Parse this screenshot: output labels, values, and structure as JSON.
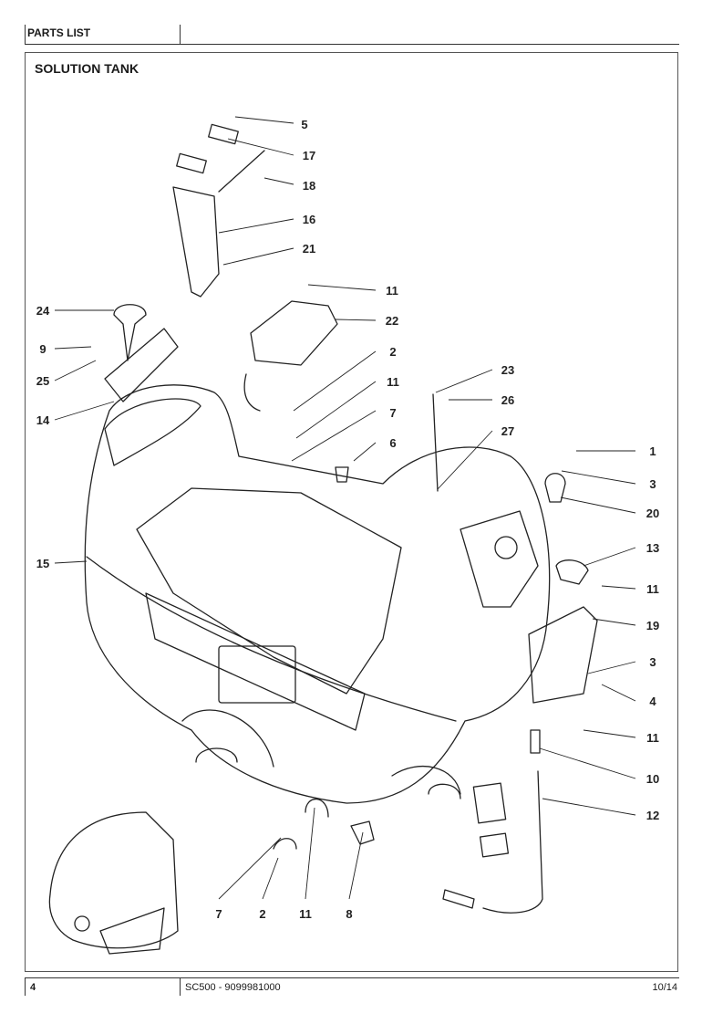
{
  "header": {
    "section": "PARTS LIST"
  },
  "diagram": {
    "title": "SOLUTION TANK",
    "callouts": [
      "5",
      "17",
      "18",
      "16",
      "21",
      "11",
      "22",
      "24",
      "9",
      "25",
      "14",
      "2",
      "11",
      "7",
      "6",
      "23",
      "26",
      "27",
      "1",
      "3",
      "20",
      "15",
      "13",
      "11",
      "19",
      "3",
      "4",
      "11",
      "10",
      "12",
      "7",
      "2",
      "11",
      "8"
    ]
  },
  "footer": {
    "page": "4",
    "model": "SC500 - 9099981000",
    "date": "10/14"
  }
}
